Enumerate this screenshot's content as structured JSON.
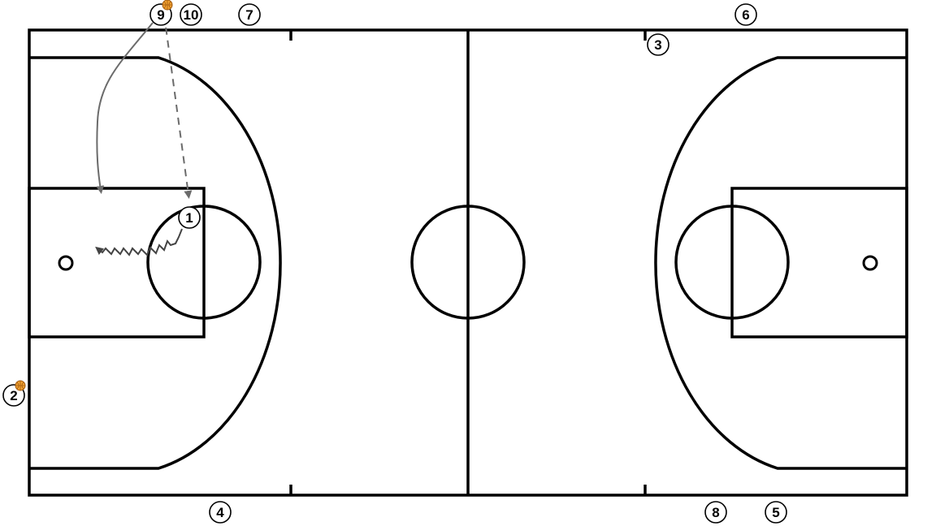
{
  "court": {
    "line_color": "#000000",
    "background": "#ffffff"
  },
  "players": [
    {
      "id": "p1",
      "number": "1",
      "has_ball": false
    },
    {
      "id": "p2",
      "number": "2",
      "has_ball": true
    },
    {
      "id": "p3",
      "number": "3",
      "has_ball": false
    },
    {
      "id": "p4",
      "number": "4",
      "has_ball": false
    },
    {
      "id": "p5",
      "number": "5",
      "has_ball": false
    },
    {
      "id": "p6",
      "number": "6",
      "has_ball": false
    },
    {
      "id": "p7",
      "number": "7",
      "has_ball": false
    },
    {
      "id": "p8",
      "number": "8",
      "has_ball": false
    },
    {
      "id": "p9",
      "number": "9",
      "has_ball": true
    },
    {
      "id": "p10",
      "number": "10",
      "has_ball": false
    }
  ],
  "movements": [
    {
      "id": "cut",
      "type": "cut",
      "style": "solid",
      "color": "#6b6b6b"
    },
    {
      "id": "pass",
      "type": "pass",
      "style": "dashed",
      "color": "#6b6b6b"
    },
    {
      "id": "dribble",
      "type": "dribble",
      "style": "zigzag",
      "color": "#444444"
    }
  ],
  "ball_icon": "basketball-icon",
  "ball_color": "#f0a030"
}
